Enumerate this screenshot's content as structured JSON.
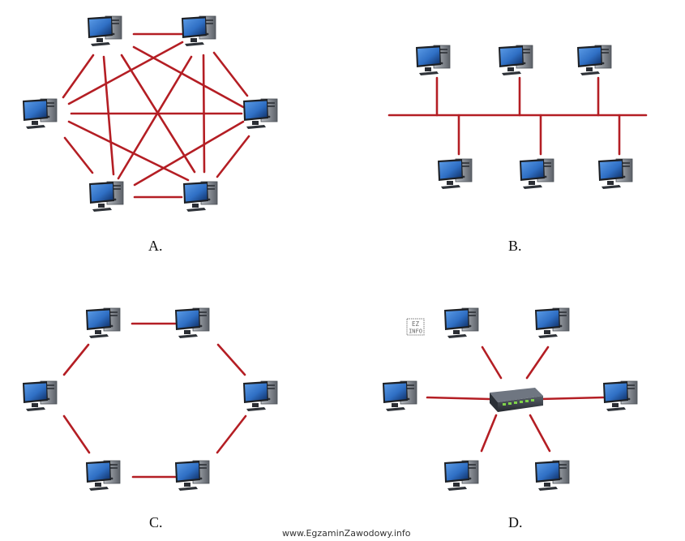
{
  "labels": {
    "a": "A.",
    "b": "B.",
    "c": "C.",
    "d": "D."
  },
  "watermark": "www.EgzaminZawodowy.info",
  "logo_text": "EZ INFO",
  "colors": {
    "link": "#b41e24",
    "monitor_bezel": "#2a2d33",
    "screen": "#2f6fc4",
    "tower": "#8a8f96",
    "switch": "#3a4048"
  },
  "topologies": [
    {
      "key": "a",
      "kind": "full-mesh",
      "computers": 6,
      "links": 15
    },
    {
      "key": "b",
      "kind": "bus",
      "computers": 6
    },
    {
      "key": "c",
      "kind": "ring",
      "computers": 6,
      "links": 6
    },
    {
      "key": "d",
      "kind": "star",
      "computers": 6,
      "hub": "switch-icon"
    }
  ]
}
